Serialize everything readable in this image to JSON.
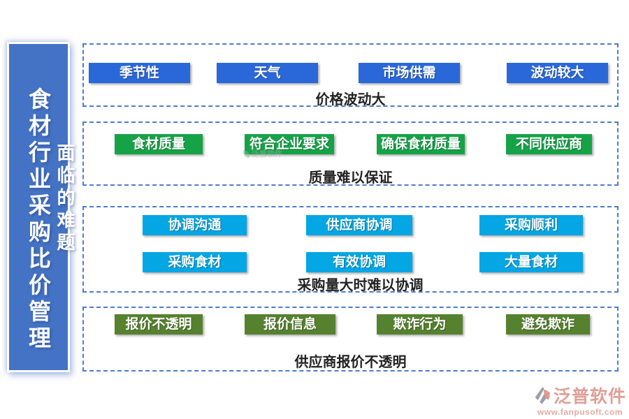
{
  "sidebar": {
    "title": "食材行业采购比价管理",
    "subtitle": "面临的难题",
    "color": "#4472c4"
  },
  "border_color": "#4d7ad2",
  "sections": [
    {
      "id": "price-volatility",
      "label": "价格波动大",
      "node_color": "#2a68d9",
      "items": [
        "季节性",
        "天气",
        "市场供需",
        "波动较大"
      ]
    },
    {
      "id": "quality-assurance",
      "label": "质量难以保证",
      "node_color": "#16a348",
      "items": [
        "食材质量",
        "符合企业要求",
        "确保食材质量",
        "不同供应商"
      ]
    },
    {
      "id": "coordination",
      "label": "采购量大时难以协调",
      "node_color": "#04a6e4",
      "rows": [
        [
          "协调沟通",
          "供应商协调",
          "采购顺利"
        ],
        [
          "采购食材",
          "有效协调",
          "大量食材"
        ]
      ]
    },
    {
      "id": "quote-transparency",
      "label": "供应商报价不透明",
      "node_color": "#56812e",
      "items": [
        "报价不透明",
        "报价信息",
        "欺诈行为",
        "避免欺诈"
      ]
    }
  ],
  "watermark": {
    "text": "泛普软件"
  },
  "footer": {
    "brand": "泛普软件",
    "url": "www.fanpusoft.com",
    "brand_color": "#df9f97"
  }
}
